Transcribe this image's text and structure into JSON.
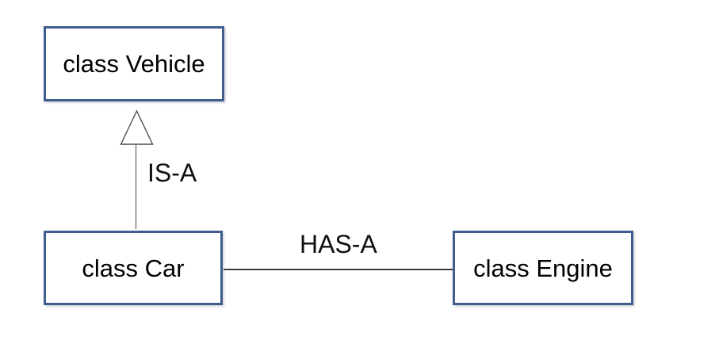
{
  "diagram": {
    "nodes": {
      "vehicle": {
        "label": "class Vehicle"
      },
      "car": {
        "label": "class Car"
      },
      "engine": {
        "label": "class Engine"
      }
    },
    "edges": {
      "is_a": {
        "label": "IS-A",
        "type": "inheritance",
        "from": "car",
        "to": "vehicle"
      },
      "has_a": {
        "label": "HAS-A",
        "type": "association",
        "from": "car",
        "to": "engine"
      }
    },
    "colors": {
      "background": "#ffffff",
      "box_border": "#3E5C8C",
      "box_fill": "#ffffff",
      "text": "#000000",
      "inheritance_line": "#6b6b6b",
      "triangle_stroke": "#4d4d4d",
      "triangle_fill": "#ffffff",
      "association_line": "#212121"
    }
  }
}
